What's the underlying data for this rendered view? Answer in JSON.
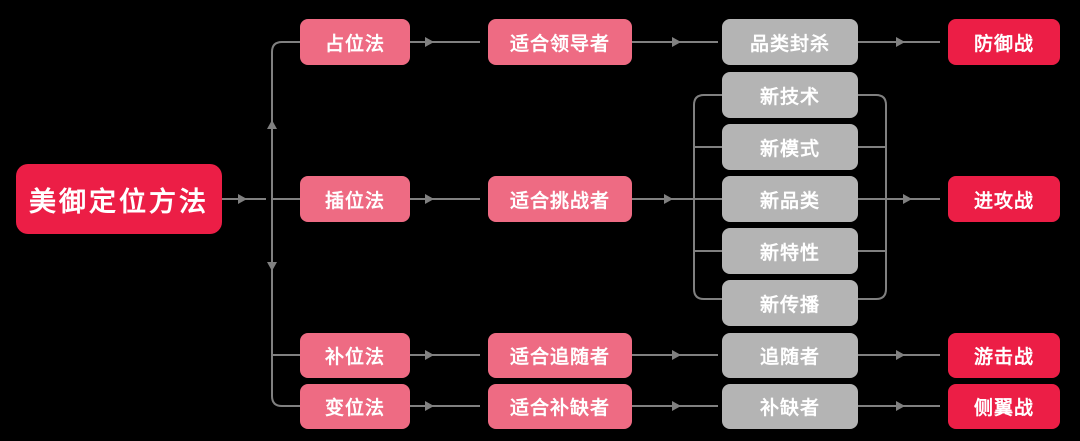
{
  "diagram": {
    "title": "美御定位方法",
    "background_color": "#000000",
    "colors": {
      "root": "#ec1e46",
      "pink": "#ee6b83",
      "gray": "#b4b4b4",
      "red": "#ec1e46",
      "connector": "#808080",
      "text": "#ffffff"
    },
    "root": {
      "label": "美御定位方法"
    },
    "methods": [
      {
        "label": "占位法"
      },
      {
        "label": "插位法"
      },
      {
        "label": "补位法"
      },
      {
        "label": "变位法"
      }
    ],
    "audiences": [
      {
        "label": "适合领导者"
      },
      {
        "label": "适合挑战者"
      },
      {
        "label": "适合追随者"
      },
      {
        "label": "适合补缺者"
      }
    ],
    "tactics": [
      {
        "label": "品类封杀"
      },
      {
        "label": "新技术"
      },
      {
        "label": "新模式"
      },
      {
        "label": "新品类"
      },
      {
        "label": "新特性"
      },
      {
        "label": "新传播"
      },
      {
        "label": "追随者"
      },
      {
        "label": "补缺者"
      }
    ],
    "wars": [
      {
        "label": "防御战"
      },
      {
        "label": "进攻战"
      },
      {
        "label": "游击战"
      },
      {
        "label": "侧翼战"
      }
    ]
  }
}
